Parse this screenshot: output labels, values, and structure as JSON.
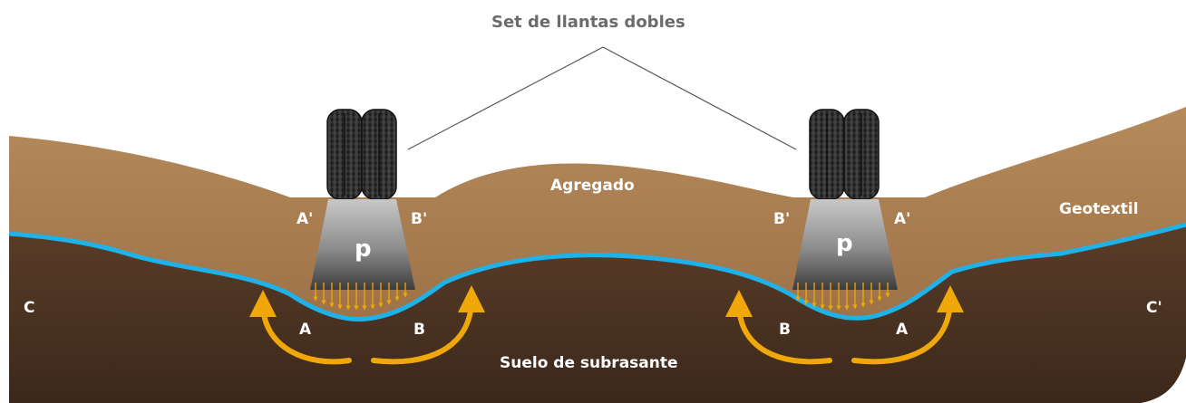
{
  "title": "Set de llantas dobles",
  "labels": {
    "aggregate": "Agregado",
    "geotextile": "Geotextil",
    "subgrade": "Suelo de subrasante",
    "load": "p"
  },
  "left_set": {
    "a_prime": "A'",
    "b_prime": "B'",
    "a": "A",
    "b": "B",
    "c": "C"
  },
  "right_set": {
    "a_prime": "A'",
    "b_prime": "B'",
    "a": "A",
    "b": "B",
    "c_prime": "C'"
  },
  "colors": {
    "aggregate": "#a87c4f",
    "subgrade": "#4b3323",
    "geotextile": "#1fb2e8",
    "arrows": "#f0a70a",
    "load_column": "#8a8a8a",
    "tire": "#2b2b2b"
  }
}
